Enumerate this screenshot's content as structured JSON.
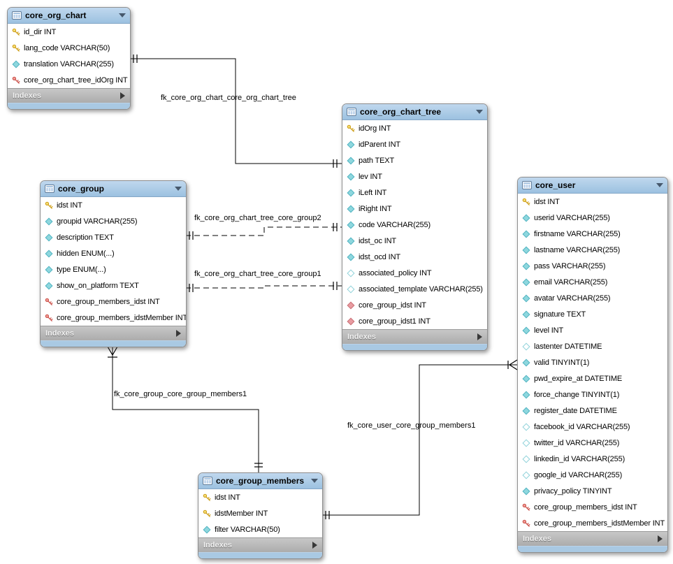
{
  "diagram": {
    "tables": [
      {
        "id": "core_org_chart",
        "title": "core_org_chart",
        "footer": "Indexes",
        "columns": [
          {
            "type": "pk",
            "text": "id_dir INT"
          },
          {
            "type": "pk",
            "text": "lang_code VARCHAR(50)"
          },
          {
            "type": "col",
            "text": "translation VARCHAR(255)"
          },
          {
            "type": "fk",
            "text": "core_org_chart_tree_idOrg INT"
          }
        ]
      },
      {
        "id": "core_org_chart_tree",
        "title": "core_org_chart_tree",
        "footer": "Indexes",
        "columns": [
          {
            "type": "pk",
            "text": "idOrg INT"
          },
          {
            "type": "col",
            "text": "idParent INT"
          },
          {
            "type": "col",
            "text": "path TEXT"
          },
          {
            "type": "col",
            "text": "lev INT"
          },
          {
            "type": "col",
            "text": "iLeft INT"
          },
          {
            "type": "col",
            "text": "iRight INT"
          },
          {
            "type": "col",
            "text": "code VARCHAR(255)"
          },
          {
            "type": "col",
            "text": "idst_oc INT"
          },
          {
            "type": "col",
            "text": "idst_ocd INT"
          },
          {
            "type": "colnull",
            "text": "associated_policy INT"
          },
          {
            "type": "colnull",
            "text": "associated_template VARCHAR(255)"
          },
          {
            "type": "fkcol",
            "text": "core_group_idst INT"
          },
          {
            "type": "fkcol",
            "text": "core_group_idst1 INT"
          }
        ]
      },
      {
        "id": "core_group",
        "title": "core_group",
        "footer": "Indexes",
        "columns": [
          {
            "type": "pk",
            "text": "idst INT"
          },
          {
            "type": "col",
            "text": "groupid VARCHAR(255)"
          },
          {
            "type": "col",
            "text": "description TEXT"
          },
          {
            "type": "col",
            "text": "hidden ENUM(...)"
          },
          {
            "type": "col",
            "text": "type ENUM(...)"
          },
          {
            "type": "col",
            "text": "show_on_platform TEXT"
          },
          {
            "type": "fk",
            "text": "core_group_members_idst INT"
          },
          {
            "type": "fk",
            "text": "core_group_members_idstMember INT"
          }
        ]
      },
      {
        "id": "core_user",
        "title": "core_user",
        "footer": "Indexes",
        "columns": [
          {
            "type": "pk",
            "text": "idst INT"
          },
          {
            "type": "col",
            "text": "userid VARCHAR(255)"
          },
          {
            "type": "col",
            "text": "firstname VARCHAR(255)"
          },
          {
            "type": "col",
            "text": "lastname VARCHAR(255)"
          },
          {
            "type": "col",
            "text": "pass VARCHAR(255)"
          },
          {
            "type": "col",
            "text": "email VARCHAR(255)"
          },
          {
            "type": "col",
            "text": "avatar VARCHAR(255)"
          },
          {
            "type": "col",
            "text": "signature TEXT"
          },
          {
            "type": "col",
            "text": "level INT"
          },
          {
            "type": "colnull",
            "text": "lastenter DATETIME"
          },
          {
            "type": "col",
            "text": "valid TINYINT(1)"
          },
          {
            "type": "col",
            "text": "pwd_expire_at DATETIME"
          },
          {
            "type": "col",
            "text": "force_change TINYINT(1)"
          },
          {
            "type": "col",
            "text": "register_date DATETIME"
          },
          {
            "type": "colnull",
            "text": "facebook_id VARCHAR(255)"
          },
          {
            "type": "colnull",
            "text": "twitter_id VARCHAR(255)"
          },
          {
            "type": "colnull",
            "text": "linkedin_id VARCHAR(255)"
          },
          {
            "type": "colnull",
            "text": "google_id VARCHAR(255)"
          },
          {
            "type": "col",
            "text": "privacy_policy TINYINT"
          },
          {
            "type": "fk",
            "text": "core_group_members_idst INT"
          },
          {
            "type": "fk",
            "text": "core_group_members_idstMember INT"
          }
        ]
      },
      {
        "id": "core_group_members",
        "title": "core_group_members",
        "footer": "Indexes",
        "columns": [
          {
            "type": "pk",
            "text": "idst INT"
          },
          {
            "type": "pk",
            "text": "idstMember INT"
          },
          {
            "type": "col",
            "text": "filter VARCHAR(50)"
          }
        ]
      }
    ],
    "relationships": [
      {
        "id": "fk_core_org_chart_core_org_chart_tree",
        "label": "fk_core_org_chart_core_org_chart_tree",
        "from": "core_org_chart",
        "to": "core_org_chart_tree",
        "line": "solid",
        "from_cardinality": "one",
        "to_cardinality": "one"
      },
      {
        "id": "fk_core_org_chart_tree_core_group2",
        "label": "fk_core_org_chart_tree_core_group2",
        "from": "core_group",
        "to": "core_org_chart_tree",
        "line": "dashed",
        "from_cardinality": "one",
        "to_cardinality": "one"
      },
      {
        "id": "fk_core_org_chart_tree_core_group1",
        "label": "fk_core_org_chart_tree_core_group1",
        "from": "core_group",
        "to": "core_org_chart_tree",
        "line": "dashed",
        "from_cardinality": "one",
        "to_cardinality": "one"
      },
      {
        "id": "fk_core_group_core_group_members1",
        "label": "fk_core_group_core_group_members1",
        "from": "core_group",
        "to": "core_group_members",
        "line": "solid",
        "from_cardinality": "many",
        "to_cardinality": "one"
      },
      {
        "id": "fk_core_user_core_group_members1",
        "label": "fk_core_user_core_group_members1",
        "from": "core_group_members",
        "to": "core_user",
        "line": "solid",
        "from_cardinality": "one",
        "to_cardinality": "many"
      }
    ],
    "legend_icons": {
      "pk": "primary-key-icon",
      "fk": "foreign-key-icon",
      "col": "column-icon",
      "colnull": "nullable-column-icon",
      "fkcol": "foreign-key-column-icon"
    },
    "colors": {
      "header_blue": "#aac7e4",
      "footer_gray": "#b5b5b5",
      "strip_blue": "#a9c9e3",
      "pk_yellow": "#e9c23a",
      "fk_red": "#e0736d",
      "column_cyan": "#8ed7de",
      "line": "#000000",
      "background": "#ffffff"
    }
  }
}
